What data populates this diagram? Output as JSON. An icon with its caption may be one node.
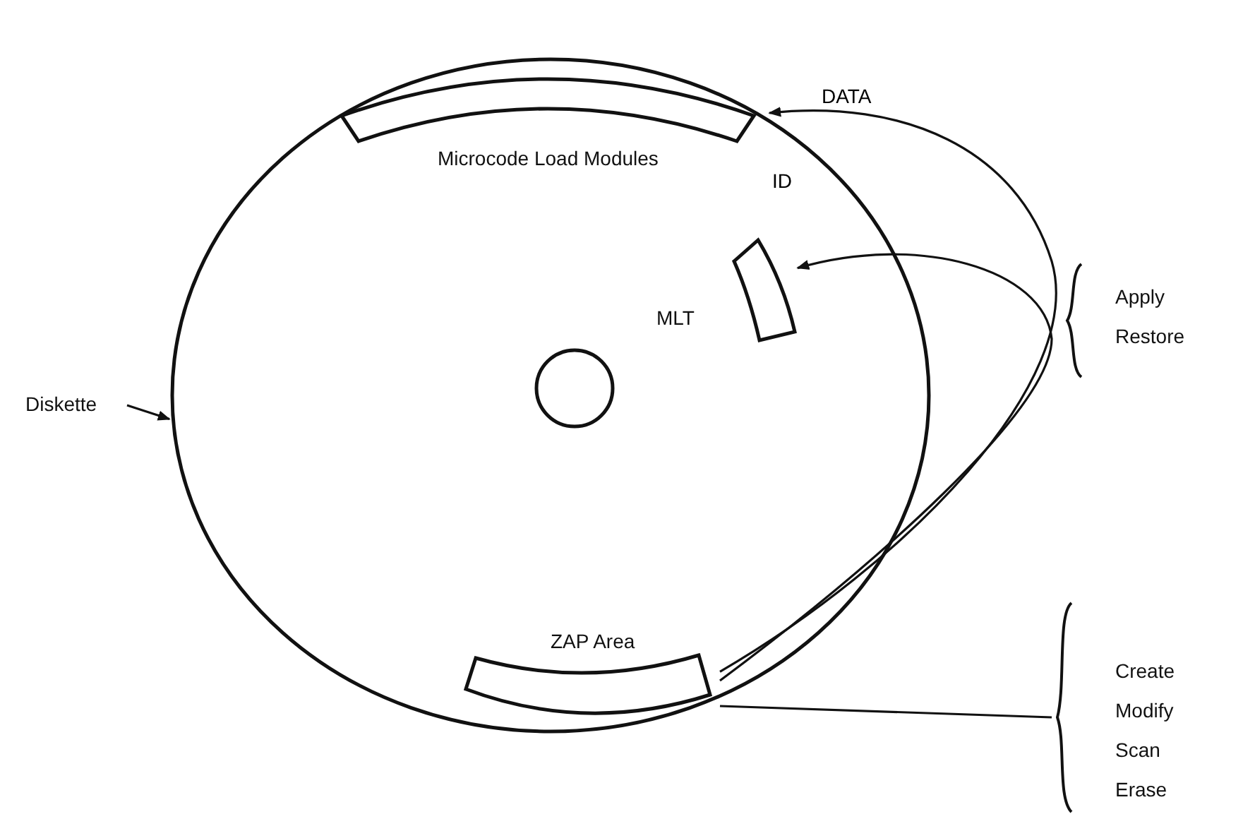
{
  "diagram": {
    "nodes": [
      {
        "text": [
          "Diskette"
        ]
      },
      {
        "text": [],
        "shape": "circle"
      },
      {
        "text": [
          "Microcode Load Modules"
        ],
        "in": 1
      },
      {
        "text": [
          "MLT"
        ],
        "in": 1
      },
      {
        "text": [
          "ZAP Area"
        ],
        "in": 1
      },
      {
        "text": [
          "Create",
          "Modify",
          "Scan",
          "Erase"
        ]
      }
    ],
    "edges": [
      {
        "from": 0,
        "to": 1,
        "arrow": "to"
      },
      {
        "from": 4,
        "to": 2,
        "arrow": "to",
        "label": "DATA"
      },
      {
        "from": 4,
        "to": 3,
        "arrow": "to",
        "label": "ID"
      },
      {
        "from": 4,
        "to": 5,
        "arrow": "none"
      }
    ],
    "labels": [
      "Apply",
      "Restore"
    ]
  }
}
